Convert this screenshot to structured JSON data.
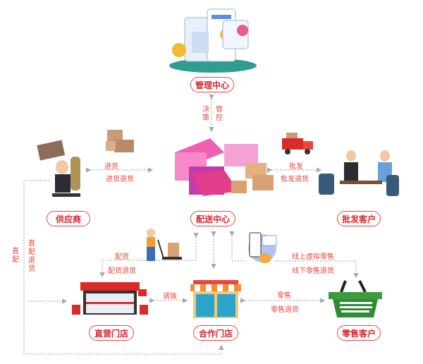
{
  "nodes": {
    "management": "管理中心",
    "supplier": "供应商",
    "distribution": "配送中心",
    "wholesale_customer": "批发客户",
    "direct_store": "直营门店",
    "partner_store": "合作门店",
    "retail_customer": "零售客户"
  },
  "edges": {
    "decision": "决策",
    "control": "管控",
    "purchase": "进货",
    "purchase_return": "进货退货",
    "wholesale": "批发",
    "wholesale_return": "批发退货",
    "direct_delivery": "直配",
    "direct_delivery_return": "直配退货",
    "allocation": "配货",
    "allocation_return": "配货退货",
    "transfer": "调拨",
    "online_retail": "线上虚拟零售",
    "offline_retail_return": "线下零售退货",
    "retail": "零售",
    "retail_return": "零售退货"
  },
  "colors": {
    "accent": "#e8463f",
    "line": "#a8a8a8"
  }
}
